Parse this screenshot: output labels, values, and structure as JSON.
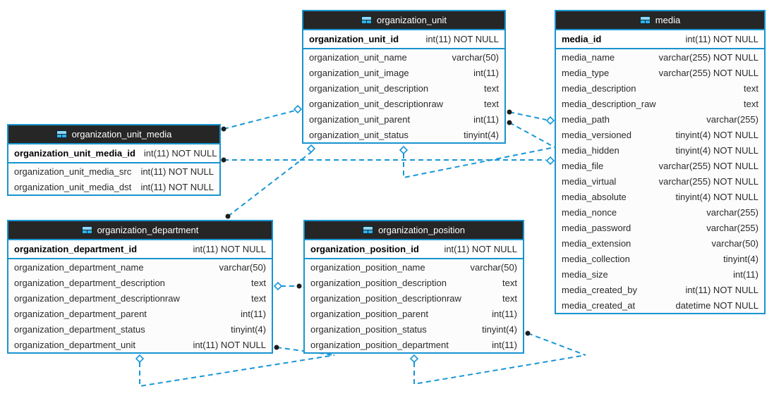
{
  "diagram": {
    "tables": [
      {
        "id": "organization_unit",
        "title": "organization_unit",
        "pk": {
          "name": "organization_unit_id",
          "type": "int(11) NOT NULL"
        },
        "fields": [
          {
            "name": "organization_unit_name",
            "type": "varchar(50)"
          },
          {
            "name": "organization_unit_image",
            "type": "int(11)"
          },
          {
            "name": "organization_unit_description",
            "type": "text"
          },
          {
            "name": "organization_unit_descriptionraw",
            "type": "text"
          },
          {
            "name": "organization_unit_parent",
            "type": "int(11)"
          },
          {
            "name": "organization_unit_status",
            "type": "tinyint(4)"
          }
        ]
      },
      {
        "id": "media",
        "title": "media",
        "pk": {
          "name": "media_id",
          "type": "int(11) NOT NULL"
        },
        "fields": [
          {
            "name": "media_name",
            "type": "varchar(255) NOT NULL"
          },
          {
            "name": "media_type",
            "type": "varchar(255) NOT NULL"
          },
          {
            "name": "media_description",
            "type": "text"
          },
          {
            "name": "media_description_raw",
            "type": "text"
          },
          {
            "name": "media_path",
            "type": "varchar(255)"
          },
          {
            "name": "media_versioned",
            "type": "tinyint(4) NOT NULL"
          },
          {
            "name": "media_hidden",
            "type": "tinyint(4) NOT NULL"
          },
          {
            "name": "media_file",
            "type": "varchar(255) NOT NULL"
          },
          {
            "name": "media_virtual",
            "type": "varchar(255) NOT NULL"
          },
          {
            "name": "media_absolute",
            "type": "tinyint(4) NOT NULL"
          },
          {
            "name": "media_nonce",
            "type": "varchar(255)"
          },
          {
            "name": "media_password",
            "type": "varchar(255)"
          },
          {
            "name": "media_extension",
            "type": "varchar(50)"
          },
          {
            "name": "media_collection",
            "type": "tinyint(4)"
          },
          {
            "name": "media_size",
            "type": "int(11)"
          },
          {
            "name": "media_created_by",
            "type": "int(11) NOT NULL"
          },
          {
            "name": "media_created_at",
            "type": "datetime NOT NULL"
          }
        ]
      },
      {
        "id": "organization_unit_media",
        "title": "organization_unit_media",
        "pk": {
          "name": "organization_unit_media_id",
          "type": "int(11) NOT NULL"
        },
        "fields": [
          {
            "name": "organization_unit_media_src",
            "type": "int(11) NOT NULL"
          },
          {
            "name": "organization_unit_media_dst",
            "type": "int(11) NOT NULL"
          }
        ]
      },
      {
        "id": "organization_department",
        "title": "organization_department",
        "pk": {
          "name": "organization_department_id",
          "type": "int(11) NOT NULL"
        },
        "fields": [
          {
            "name": "organization_department_name",
            "type": "varchar(50)"
          },
          {
            "name": "organization_department_description",
            "type": "text"
          },
          {
            "name": "organization_department_descriptionraw",
            "type": "text"
          },
          {
            "name": "organization_department_parent",
            "type": "int(11)"
          },
          {
            "name": "organization_department_status",
            "type": "tinyint(4)"
          },
          {
            "name": "organization_department_unit",
            "type": "int(11) NOT NULL"
          }
        ]
      },
      {
        "id": "organization_position",
        "title": "organization_position",
        "pk": {
          "name": "organization_position_id",
          "type": "int(11) NOT NULL"
        },
        "fields": [
          {
            "name": "organization_position_name",
            "type": "varchar(50)"
          },
          {
            "name": "organization_position_description",
            "type": "text"
          },
          {
            "name": "organization_position_descriptionraw",
            "type": "text"
          },
          {
            "name": "organization_position_parent",
            "type": "int(11)"
          },
          {
            "name": "organization_position_status",
            "type": "tinyint(4)"
          },
          {
            "name": "organization_position_department",
            "type": "int(11)"
          }
        ]
      }
    ],
    "relationships": [
      {
        "from": "organization_unit_media",
        "to": "organization_unit"
      },
      {
        "from": "organization_unit_media",
        "to": "media"
      },
      {
        "from": "organization_unit",
        "to": "media"
      },
      {
        "from": "organization_unit",
        "to": "organization_unit"
      },
      {
        "from": "organization_department",
        "to": "organization_unit"
      },
      {
        "from": "organization_position",
        "to": "organization_department"
      },
      {
        "from": "organization_department",
        "to": "organization_department"
      },
      {
        "from": "organization_position",
        "to": "organization_position"
      }
    ],
    "colors": {
      "table_border": "#1894d0",
      "header_bg": "#262626",
      "header_text": "#ffffff",
      "line": "#1796d6",
      "dot": "#1d1d1d"
    }
  }
}
